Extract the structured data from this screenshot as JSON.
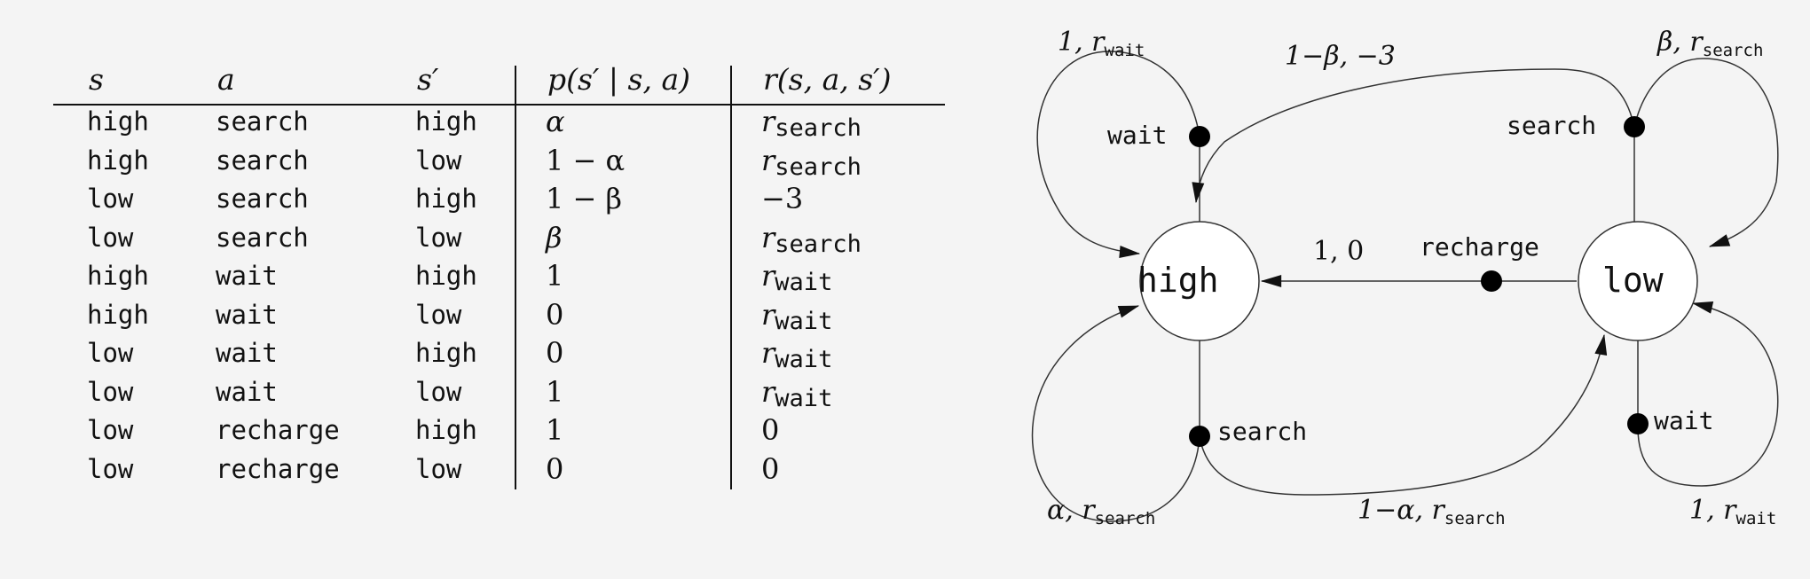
{
  "table": {
    "headers": {
      "s": "s",
      "a": "a",
      "s_prime": "s′",
      "p": "p(s′ | s, a)",
      "r": "r(s, a, s′)"
    },
    "rows": [
      {
        "s": "high",
        "a": "search",
        "s_prime": "high",
        "p": "α",
        "r": "r",
        "r_sub": "search"
      },
      {
        "s": "high",
        "a": "search",
        "s_prime": "low",
        "p": "1 − α",
        "r": "r",
        "r_sub": "search"
      },
      {
        "s": "low",
        "a": "search",
        "s_prime": "high",
        "p": "1 − β",
        "r": "−3",
        "r_sub": ""
      },
      {
        "s": "low",
        "a": "search",
        "s_prime": "low",
        "p": "β",
        "r": "r",
        "r_sub": "search"
      },
      {
        "s": "high",
        "a": "wait",
        "s_prime": "high",
        "p": "1",
        "r": "r",
        "r_sub": "wait"
      },
      {
        "s": "high",
        "a": "wait",
        "s_prime": "low",
        "p": "0",
        "r": "r",
        "r_sub": "wait"
      },
      {
        "s": "low",
        "a": "wait",
        "s_prime": "high",
        "p": "0",
        "r": "r",
        "r_sub": "wait"
      },
      {
        "s": "low",
        "a": "wait",
        "s_prime": "low",
        "p": "1",
        "r": "r",
        "r_sub": "wait"
      },
      {
        "s": "low",
        "a": "recharge",
        "s_prime": "high",
        "p": "1",
        "r": "0",
        "r_sub": ""
      },
      {
        "s": "low",
        "a": "recharge",
        "s_prime": "low",
        "p": "0",
        "r": "0",
        "r_sub": ""
      }
    ]
  },
  "diagram": {
    "states": {
      "high": "high",
      "low": "low"
    },
    "actions": {
      "high_wait": "wait",
      "high_search": "search",
      "low_search": "search",
      "low_wait": "wait",
      "recharge": "recharge"
    },
    "edge_labels": {
      "high_wait_loop": {
        "main": "1, r",
        "sub": "wait"
      },
      "low_search_to_high": {
        "main": "1−β, −3",
        "sub": ""
      },
      "low_search_loop": {
        "main": "β, r",
        "sub": "search"
      },
      "recharge_to_high": {
        "main": "1, 0",
        "sub": ""
      },
      "high_search_loop": {
        "main": "α, r",
        "sub": "search"
      },
      "high_search_to_low": {
        "main": "1−α, r",
        "sub": "search"
      },
      "low_wait_loop": {
        "main": "1, r",
        "sub": "wait"
      }
    }
  }
}
